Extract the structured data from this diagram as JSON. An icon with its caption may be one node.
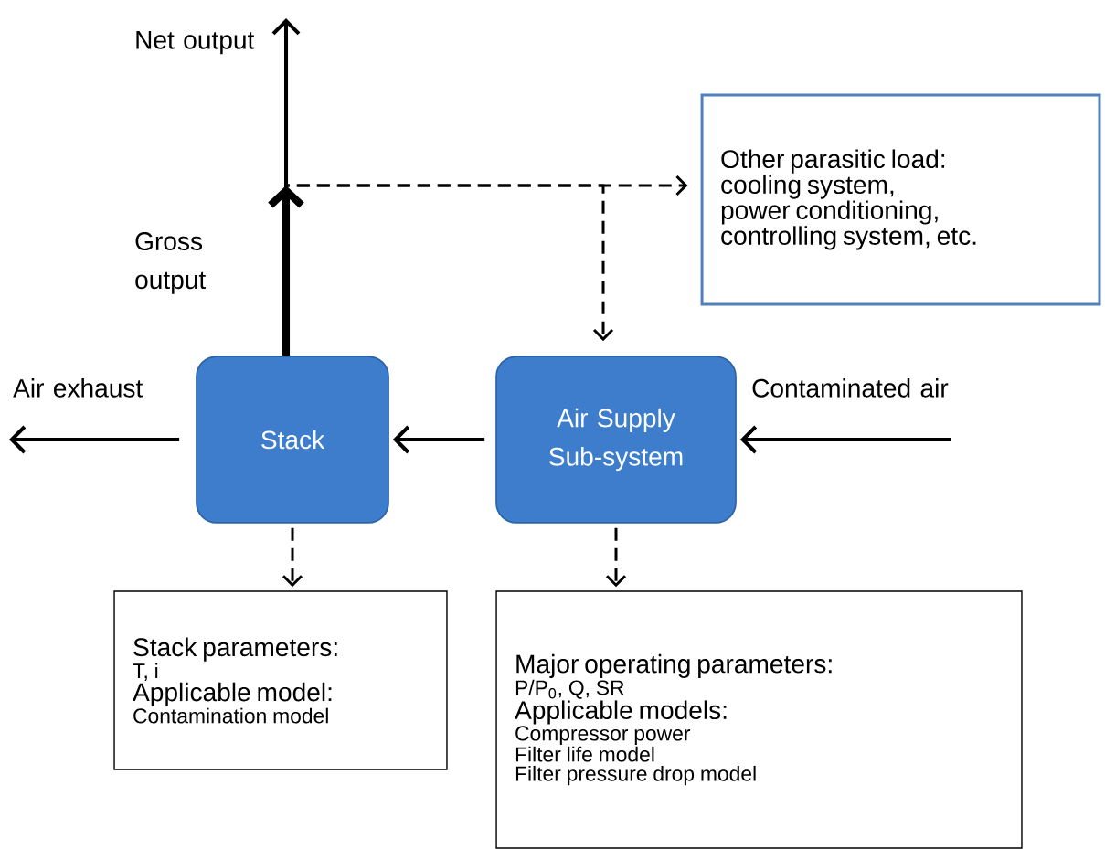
{
  "diagram": {
    "nodes": [
      {
        "text": [
          "Other parasitic load:",
          "cooling system,",
          "power conditioning,",
          "controlling system, etc."
        ]
      },
      {
        "text": [
          "Stack"
        ]
      },
      {
        "text": [
          "Air Supply Sub-system"
        ]
      },
      {
        "text": [
          "Stack parameters:",
          "T, i",
          "Applicable model:",
          "Contamination model"
        ]
      },
      {
        "text": [
          "Major operating parameters:",
          "P/P$_{0}$, Q, SR",
          "Applicable models:",
          "Compressor power",
          "Filter life model",
          "Filter pressure drop model"
        ]
      }
    ],
    "edges": [
      {
        "from": 1,
        "to": null,
        "arrow": "to",
        "style": "thick",
        "label": "Gross output"
      },
      {
        "from": 1,
        "to": null,
        "arrow": "to",
        "label": "Net output"
      },
      {
        "from": 1,
        "to": 0,
        "arrow": "to",
        "style": "dashed"
      },
      {
        "from": 1,
        "to": 2,
        "arrow": "to",
        "style": "dashed"
      },
      {
        "from": 2,
        "to": 1,
        "arrow": "to"
      },
      {
        "from": 1,
        "to": null,
        "arrow": "to",
        "label": "Air exhaust"
      },
      {
        "from": null,
        "to": 2,
        "arrow": "to",
        "label": "Contaminated air"
      },
      {
        "from": 1,
        "to": 3,
        "arrow": "to",
        "style": "dashed"
      },
      {
        "from": 2,
        "to": 4,
        "arrow": "to",
        "style": "dashed"
      }
    ]
  }
}
